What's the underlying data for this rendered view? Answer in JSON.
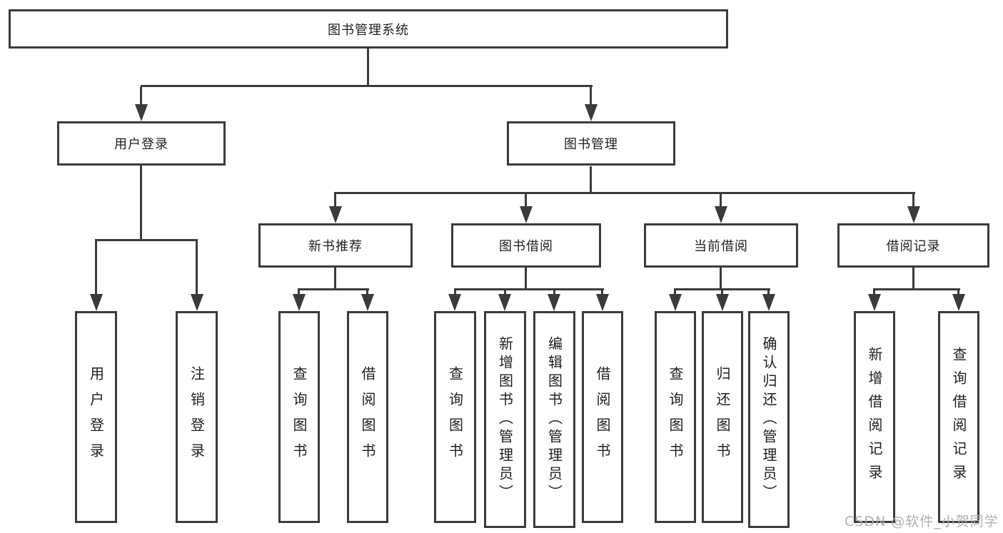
{
  "diagram": {
    "title": "图书管理系统",
    "root": "图书管理系统",
    "branches": [
      {
        "label": "用户登录",
        "leaves": [
          "用户登录",
          "注销登录"
        ]
      },
      {
        "label": "图书管理",
        "groups": [
          {
            "label": "新书推荐",
            "leaves": [
              "查询图书",
              "借阅图书"
            ]
          },
          {
            "label": "图书借阅",
            "leaves": [
              "查询图书",
              "新增图书（管理员）",
              "编辑图书（管理员）",
              "借阅图书"
            ]
          },
          {
            "label": "当前借阅",
            "leaves": [
              "查询图书",
              "归还图书",
              "确认归还（管理员）"
            ]
          },
          {
            "label": "借阅记录",
            "leaves": [
              "新增借阅记录",
              "查询借阅记录"
            ]
          }
        ]
      }
    ],
    "watermark": "CSDN @软件_小贺同学",
    "colors": {
      "line": "#3b3b3b",
      "text": "#1f1f1f",
      "watermark": "#adadad",
      "background": "#ffffff"
    }
  }
}
